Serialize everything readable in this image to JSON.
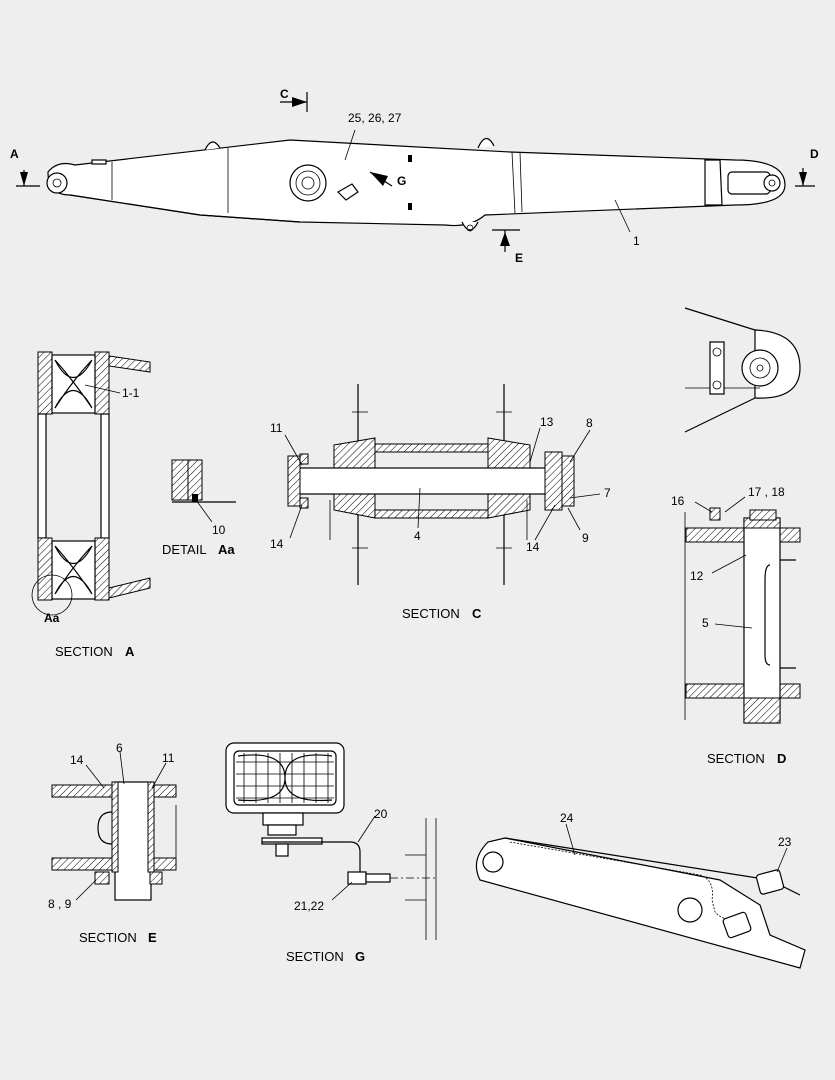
{
  "callouts": {
    "boom_ref": "25, 26, 27",
    "part_1": "1",
    "part_1_1": "1-1",
    "part_10": "10",
    "part_11": "11",
    "part_13": "13",
    "part_8": "8",
    "part_7": "7",
    "part_4": "4",
    "part_14": "14",
    "part_9": "9",
    "part_16": "16",
    "part_17_18": "17 , 18",
    "part_12": "12",
    "part_5": "5",
    "part_6": "6",
    "part_8_9": "8 , 9",
    "part_20": "20",
    "part_21_22": "21,22",
    "part_24": "24",
    "part_23": "23"
  },
  "view_markers": {
    "a": "A",
    "c": "C",
    "d": "D",
    "e": "E",
    "g": "G",
    "aa": "Aa"
  },
  "captions": {
    "section_word": "SECTION",
    "detail_word": "DETAIL",
    "section_a": "A",
    "section_c": "C",
    "section_d": "D",
    "section_e": "E",
    "section_g": "G",
    "detail_aa": "Aa"
  }
}
